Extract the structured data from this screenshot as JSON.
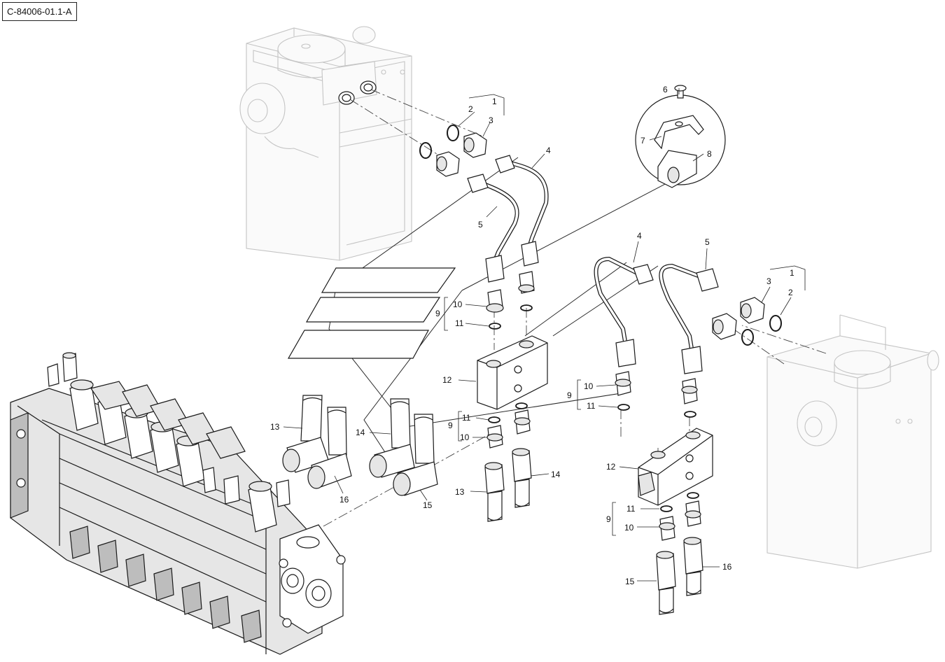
{
  "drawing": {
    "ref_code": "C-84006-01.1-A"
  },
  "callouts": [
    {
      "id": "c1a",
      "text": "1"
    },
    {
      "id": "c2a",
      "text": "2"
    },
    {
      "id": "c3a",
      "text": "3"
    },
    {
      "id": "c4a",
      "text": "4"
    },
    {
      "id": "c5a",
      "text": "5"
    },
    {
      "id": "c6",
      "text": "6"
    },
    {
      "id": "c7",
      "text": "7"
    },
    {
      "id": "c8",
      "text": "8"
    },
    {
      "id": "c4b",
      "text": "4"
    },
    {
      "id": "c5b",
      "text": "5"
    },
    {
      "id": "c1b",
      "text": "1"
    },
    {
      "id": "c3b",
      "text": "3"
    },
    {
      "id": "c2b",
      "text": "2"
    },
    {
      "id": "c9a",
      "text": "9"
    },
    {
      "id": "c10a",
      "text": "10"
    },
    {
      "id": "c11a",
      "text": "11"
    },
    {
      "id": "c12a",
      "text": "12"
    },
    {
      "id": "c10b",
      "text": "10"
    },
    {
      "id": "c9b",
      "text": "9"
    },
    {
      "id": "c11b",
      "text": "11"
    },
    {
      "id": "c9c",
      "text": "9"
    },
    {
      "id": "c11c",
      "text": "11"
    },
    {
      "id": "c10c",
      "text": "10"
    },
    {
      "id": "c13a",
      "text": "13"
    },
    {
      "id": "c14a",
      "text": "14"
    },
    {
      "id": "c16a",
      "text": "16"
    },
    {
      "id": "c15a",
      "text": "15"
    },
    {
      "id": "c14b",
      "text": "14"
    },
    {
      "id": "c13b",
      "text": "13"
    },
    {
      "id": "c12b",
      "text": "12"
    },
    {
      "id": "c11d",
      "text": "11"
    },
    {
      "id": "c9d",
      "text": "9"
    },
    {
      "id": "c10d",
      "text": "10"
    },
    {
      "id": "c16b",
      "text": "16"
    },
    {
      "id": "c15b",
      "text": "15"
    }
  ]
}
